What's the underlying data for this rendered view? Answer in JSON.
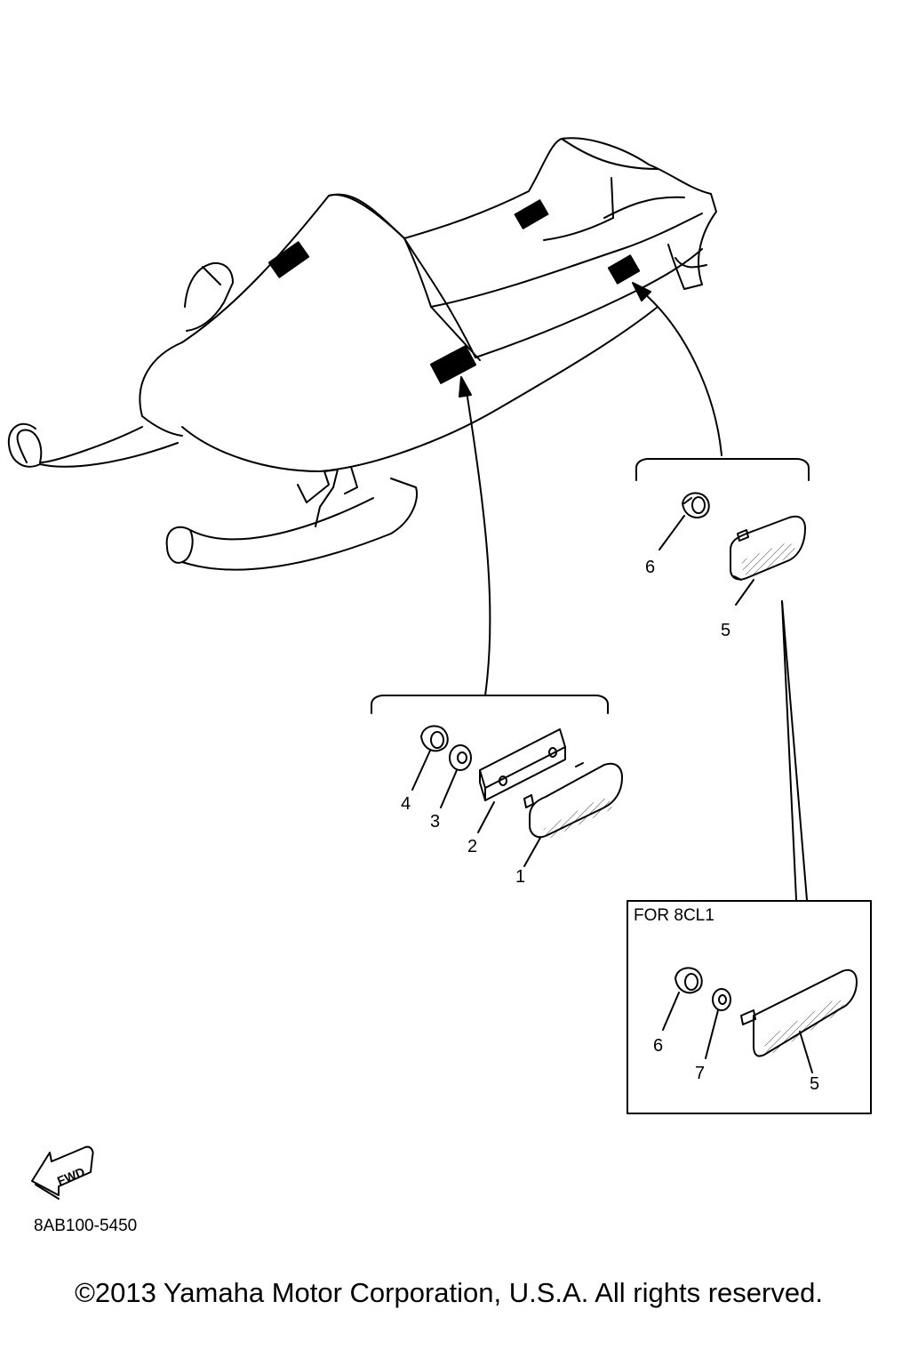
{
  "diagram": {
    "callouts": {
      "c1": "1",
      "c2": "2",
      "c3": "3",
      "c4": "4",
      "c5_upper": "5",
      "c6_upper": "6",
      "c5_inset": "5",
      "c6_inset": "6",
      "c7_inset": "7"
    },
    "inset_title": "FOR 8CL1",
    "fwd_label": "FWD",
    "drawing_code": "8AB100-5450"
  },
  "footer": {
    "copyright": "©2013 Yamaha Motor Corporation, U.S.A. All rights reserved."
  },
  "icons": [
    "fwd-arrow-icon"
  ]
}
